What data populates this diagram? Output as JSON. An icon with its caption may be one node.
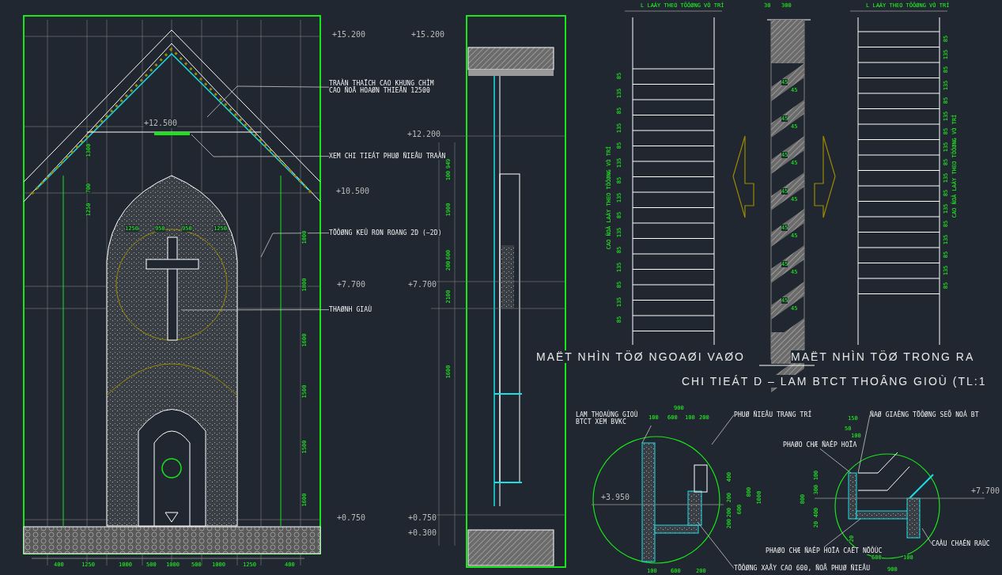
{
  "diagram": {
    "nodes": [
      {
        "text": [
          "TRAÀN THAÏCH CAO KHUNG CHÌM CAO ÑOÄ HOAØN THIEÄN 12500"
        ]
      },
      {
        "text": [
          "XEM CHI TIEÁT PHUØ ÑIEÂU TRAÀN"
        ]
      },
      {
        "text": [
          "TÖÔØNG KEÛ RON ROANG 2D (−2D)"
        ]
      },
      {
        "text": [
          "THAØNH GIAÙ"
        ]
      },
      {
        "text": [
          "LAM THOAÙNG GIOÙ BTCT XEM BVKC"
        ]
      },
      {
        "text": [
          "PHUØ ÑIEÂU TRANG TRÍ"
        ]
      },
      {
        "text": [
          "TÖÔØNG XAÂY CAO 600, ÑOÅ PHUØ ÑIEÂU"
        ]
      },
      {
        "text": [
          "PHAØO CHÆ ÑAÉP HOÏA"
        ]
      },
      {
        "text": [
          "ÑAØ GIAÈNG TÖÔØNG SEÕ NOÁ BT"
        ]
      },
      {
        "text": [
          "PHAØO CHÆ ÑAÉP HOÏA CAÉT NÖÔÙC"
        ]
      },
      {
        "text": [
          "CAÀU CHAÉN RAÙC"
        ]
      }
    ],
    "edges": [
      {
        "from": 0,
        "to": null,
        "arrow": "none"
      },
      {
        "from": 1,
        "to": null,
        "arrow": "none"
      },
      {
        "from": 2,
        "to": null,
        "arrow": "none"
      },
      {
        "from": 3,
        "to": null,
        "arrow": "none"
      },
      {
        "from": 4,
        "to": null,
        "arrow": "none"
      },
      {
        "from": 5,
        "to": null,
        "arrow": "none"
      },
      {
        "from": 6,
        "to": null,
        "arrow": "none"
      },
      {
        "from": 7,
        "to": null,
        "arrow": "none"
      },
      {
        "from": 8,
        "to": null,
        "arrow": "none"
      },
      {
        "from": 9,
        "to": null,
        "arrow": "none"
      },
      {
        "from": 10,
        "to": null,
        "arrow": "none"
      }
    ],
    "labels": [
      "+15.200",
      "+15.200",
      "+12.500",
      "+12.200",
      "+10.500",
      "+7.700",
      "+7.700",
      "+0.750",
      "+0.750",
      "+0.300",
      "+3.950",
      "+7.700",
      "MAËT NHÌN TÖØ NGOAØI VAØO",
      "MAËT NHÌN TÖØ TRONG RA",
      "CHI TIEÁT D – LAM BTCT THOÂNG GIOÙ (TL:1",
      "L LAÁY THEO TÖÔØNG VÒ TRÍ",
      "30",
      "300",
      "L LAÁY THEO TÖÔØNG VÒ TRÍ",
      "CAO ÑOÄ LAÁY THEO TÖÔØNG VÒ TRÍ",
      "CAO ÑOÄ LAÁY THEO TÖÔØNG VÒ TRÍ",
      "85",
      "135",
      "85",
      "135",
      "85",
      "135",
      "85",
      "135",
      "85",
      "135",
      "85",
      "135",
      "85",
      "135",
      "85",
      "85",
      "135",
      "85",
      "135",
      "85",
      "135",
      "85",
      "135",
      "85",
      "135",
      "85",
      "135",
      "85",
      "135",
      "85",
      "135",
      "85",
      "45",
      "45",
      "45",
      "45",
      "45",
      "45",
      "45",
      "45",
      "45",
      "45",
      "45",
      "45",
      "45",
      "45",
      "400",
      "1250",
      "1000",
      "500",
      "1000",
      "500",
      "1000",
      "1250",
      "400",
      "1250",
      "950",
      "950",
      "1250",
      "1800",
      "1800",
      "1600",
      "1500",
      "1500",
      "1600",
      "1300",
      "700",
      "1250",
      "949",
      "100",
      "1900",
      "600",
      "200",
      "2100",
      "1600",
      "900",
      "100",
      "600",
      "100",
      "200",
      "400",
      "200",
      "200",
      "200",
      "600",
      "800",
      "1000",
      "100",
      "600",
      "200",
      "150",
      "50",
      "100",
      "100",
      "300",
      "400",
      "20",
      "800",
      "20",
      "600",
      "100",
      "900"
    ]
  }
}
